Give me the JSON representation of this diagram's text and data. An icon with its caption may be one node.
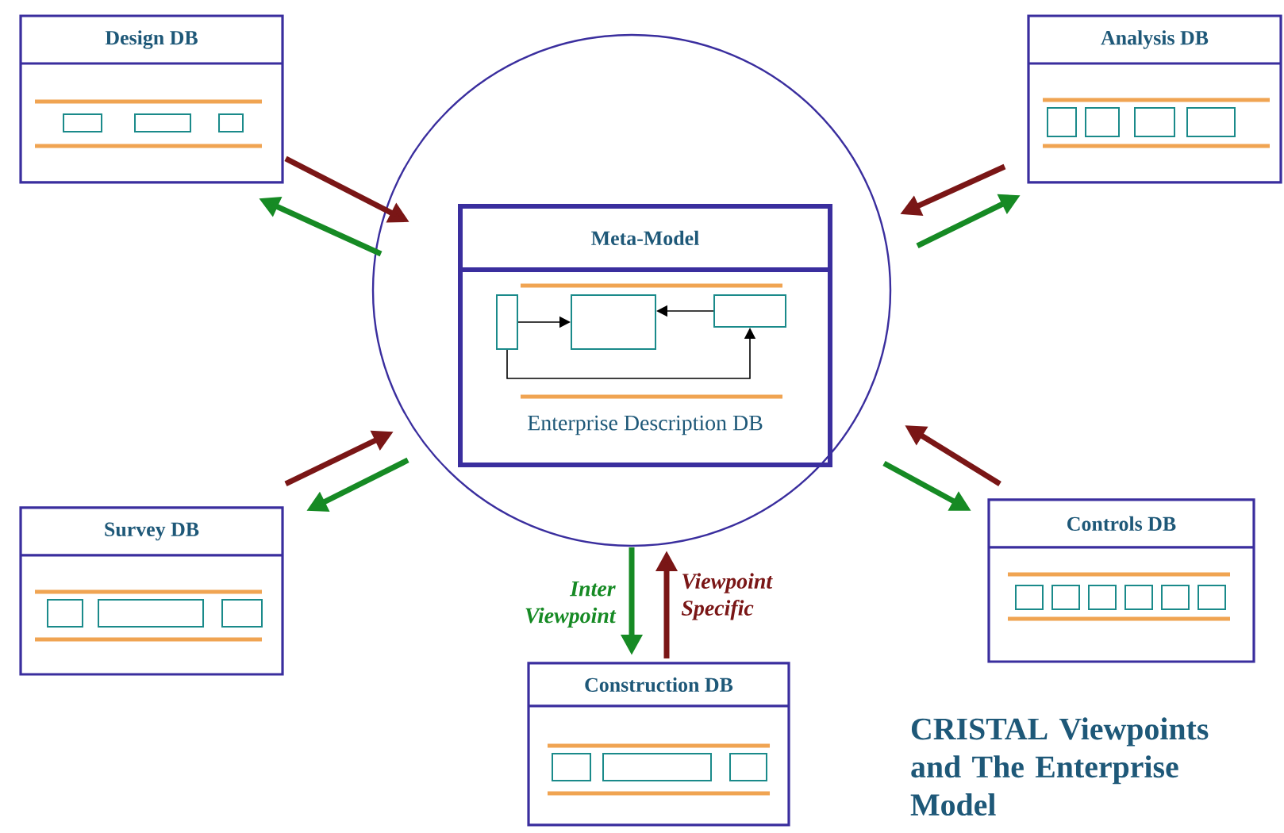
{
  "diagram": {
    "title": "CRISTAL Viewpoints and The Enterprise Model",
    "nodes": [
      {
        "text": [
          "Design DB"
        ]
      },
      {
        "text": [
          "Analysis DB"
        ]
      },
      {
        "text": [],
        "shape": "circle"
      },
      {
        "text": [
          "Meta-Model",
          "Enterprise Description DB"
        ],
        "in": 2
      },
      {
        "text": [],
        "shape": "box",
        "in": 3
      },
      {
        "text": [],
        "shape": "box",
        "in": 3
      },
      {
        "text": [],
        "shape": "box",
        "in": 3
      },
      {
        "text": [
          "Survey DB"
        ]
      },
      {
        "text": [
          "Controls DB"
        ]
      },
      {
        "text": [
          "Construction DB"
        ]
      }
    ],
    "edges": [
      {
        "from": 0,
        "to": 2,
        "arrow": "to",
        "color": "#7a1616"
      },
      {
        "from": 2,
        "to": 0,
        "arrow": "to",
        "color": "#168a24"
      },
      {
        "from": 1,
        "to": 2,
        "arrow": "to",
        "color": "#7a1616"
      },
      {
        "from": 2,
        "to": 1,
        "arrow": "to",
        "color": "#168a24"
      },
      {
        "from": 7,
        "to": 2,
        "arrow": "to",
        "color": "#7a1616"
      },
      {
        "from": 2,
        "to": 7,
        "arrow": "to",
        "color": "#168a24"
      },
      {
        "from": 8,
        "to": 2,
        "arrow": "to",
        "color": "#7a1616"
      },
      {
        "from": 2,
        "to": 8,
        "arrow": "to",
        "color": "#168a24"
      },
      {
        "from": 2,
        "to": 9,
        "arrow": "to",
        "color": "#168a24",
        "label": "Inter Viewpoint"
      },
      {
        "from": 9,
        "to": 2,
        "arrow": "to",
        "color": "#7a1616",
        "label": "Viewpoint Specific"
      },
      {
        "from": 4,
        "to": 5,
        "arrow": "to",
        "color": "#000000"
      },
      {
        "from": 6,
        "to": 5,
        "arrow": "to",
        "color": "#000000"
      },
      {
        "from": 4,
        "to": 6,
        "arrow": "to",
        "color": "#000000"
      }
    ]
  }
}
